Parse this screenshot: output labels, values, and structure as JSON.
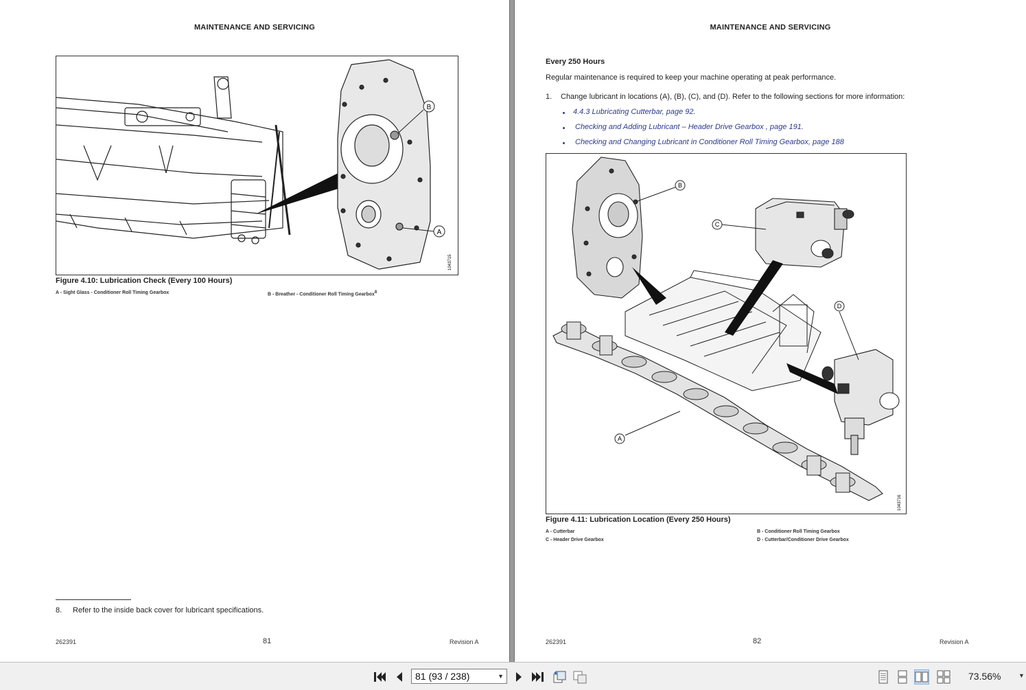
{
  "left_page": {
    "header": "MAINTENANCE AND SERVICING",
    "figure": {
      "caption": "Figure 4.10: Lubrication Check (Every 100 Hours)",
      "callouts": [
        "A",
        "B"
      ],
      "code": "1043715",
      "legend_a": "A - Sight Glass - Conditioner Roll Timing Gearbox",
      "legend_b": "B - Breather - Conditioner Roll Timing Gearbox",
      "legend_b_sup": "8"
    },
    "footnote": {
      "number": "8.",
      "text": "Refer to the inside back cover for lubricant specifications."
    },
    "footer": {
      "doc_number": "262391",
      "page_number": "81",
      "revision": "Revision  A"
    }
  },
  "right_page": {
    "header": "MAINTENANCE AND SERVICING",
    "section_title": "Every 250 Hours",
    "intro": "Regular maintenance is required to keep your machine operating at peak performance.",
    "step": {
      "number": "1.",
      "text": "Change lubricant in locations (A), (B), (C), and (D). Refer to the following sections for more information:"
    },
    "links": [
      "4.4.3 Lubricating Cutterbar, page 92.",
      "Checking and Adding Lubricant – Header Drive Gearbox , page 191.",
      "Checking and Changing Lubricant in Conditioner Roll Timing Gearbox, page 188"
    ],
    "figure": {
      "caption": "Figure 4.11: Lubrication Location (Every 250 Hours)",
      "callouts": [
        "A",
        "B",
        "C",
        "D"
      ],
      "code": "1043716",
      "legend_a": "A - Cutterbar",
      "legend_b": "B - Conditioner Roll Timing Gearbox",
      "legend_c": "C - Header Drive Gearbox",
      "legend_d": "D - Cutterbar/Conditioner Drive Gearbox"
    },
    "footer": {
      "doc_number": "262391",
      "page_number": "82",
      "revision": "Revision  A"
    }
  },
  "toolbar": {
    "page_indicator": "81 (93 / 238)",
    "zoom": "73.56%",
    "icons": [
      "first-page-icon",
      "previous-page-icon",
      "next-page-icon",
      "last-page-icon",
      "rotate-icon",
      "export-icon",
      "single-page-view-icon",
      "continuous-view-icon",
      "two-page-view-icon",
      "two-page-continuous-view-icon"
    ]
  }
}
